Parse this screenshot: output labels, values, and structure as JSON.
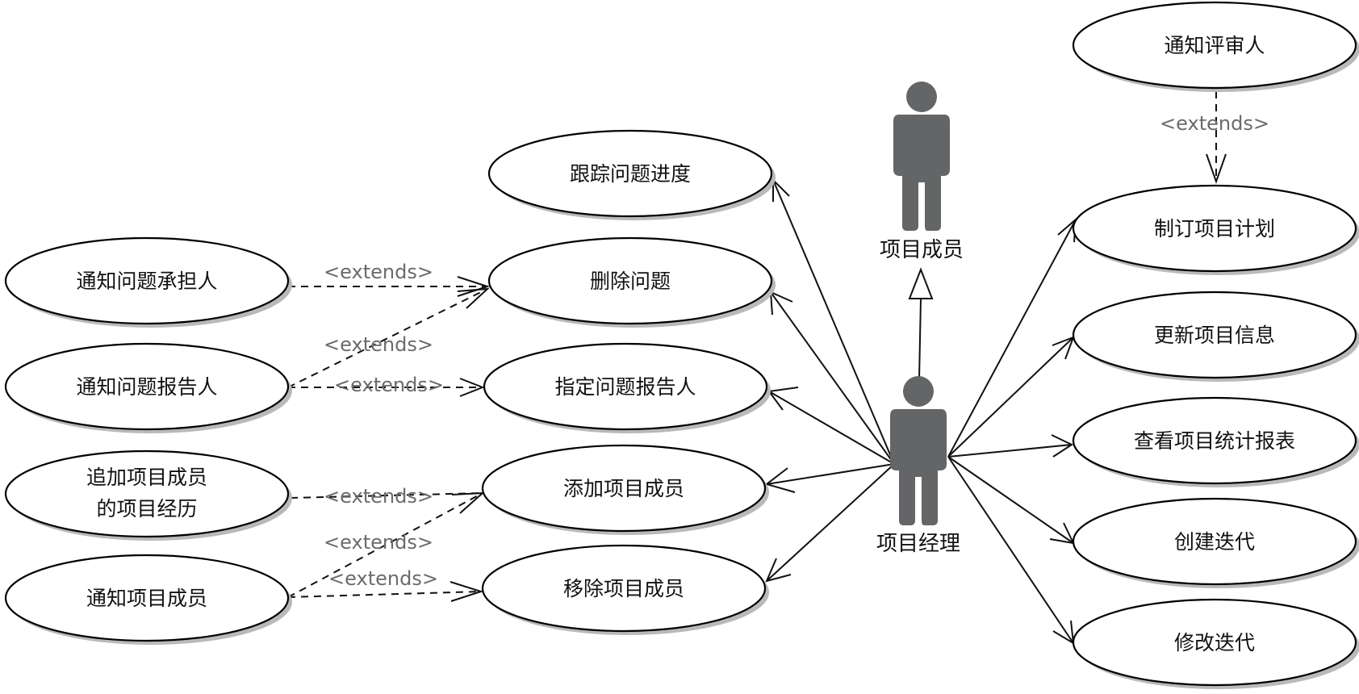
{
  "actors": {
    "member": {
      "label": "项目成员"
    },
    "manager": {
      "label": "项目经理"
    }
  },
  "use_cases": {
    "track_issue": "跟踪问题进度",
    "delete_issue": "删除问题",
    "assign_reporter": "指定问题报告人",
    "add_member": "添加项目成员",
    "remove_member": "移除项目成员",
    "notify_assignee": "通知问题承担人",
    "notify_reporter": "通知问题报告人",
    "append_history_line1": "追加项目成员",
    "append_history_line2": "的项目经历",
    "notify_member": "通知项目成员",
    "notify_reviewer": "通知评审人",
    "make_plan": "制订项目计划",
    "update_info": "更新项目信息",
    "view_stats": "查看项目统计报表",
    "create_iteration": "创建迭代",
    "modify_iteration": "修改迭代"
  },
  "relations": {
    "extends_label": "<extends>"
  },
  "colors": {
    "actor": "#646566",
    "line": "#111111",
    "extends_text": "#6b6b6b",
    "shadow": "#b9b9b9"
  }
}
